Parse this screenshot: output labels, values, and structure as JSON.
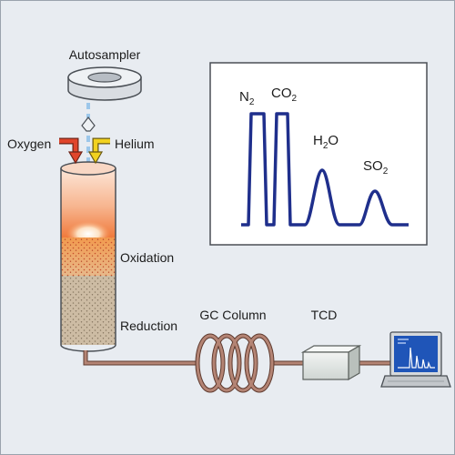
{
  "labels": {
    "autosampler": "Autosampler",
    "oxygen": "Oxygen",
    "helium": "Helium",
    "oxidation": "Oxidation",
    "reduction": "Reduction",
    "gc_column": "GC Column",
    "tcd": "TCD"
  },
  "chromatogram": {
    "peaks": [
      {
        "name": "N2",
        "base": "N",
        "sub": "2"
      },
      {
        "name": "CO2",
        "base": "CO",
        "sub": "2"
      },
      {
        "name": "H2O",
        "base": "H",
        "sub": "2",
        "suffix": "O"
      },
      {
        "name": "SO2",
        "base": "SO",
        "sub": "2"
      }
    ]
  },
  "colors": {
    "background": "#e8ecf1",
    "oxygen_arrow": "#e0452b",
    "helium_arrow": "#f2d21f",
    "peak_line": "#1f2f8c",
    "tubing": "#b48474"
  }
}
